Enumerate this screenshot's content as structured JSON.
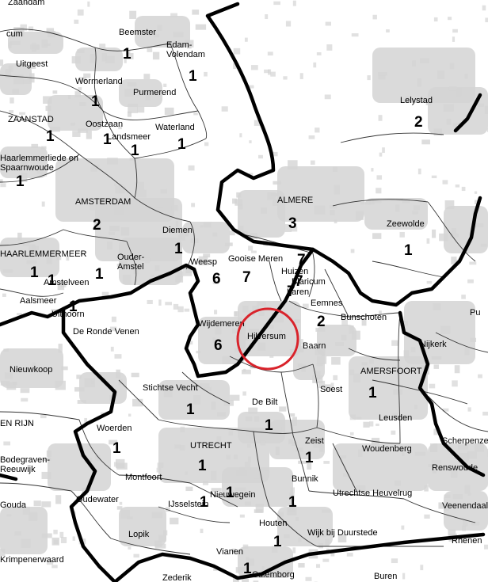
{
  "colors": {
    "background": "#ffffff",
    "urban_fill": "#d4d4d4",
    "municipal_border": "#333333",
    "district_border": "#000000",
    "highlight_ring": "#d9232b"
  },
  "highlight": {
    "label": "Hilversum"
  },
  "regions": [
    {
      "id": "zaandam-tip",
      "name": "Zaandam",
      "count": ""
    },
    {
      "id": "purmerend-cum",
      "name": "cum",
      "count": ""
    },
    {
      "id": "beemster",
      "name": "Beemster",
      "count": "1"
    },
    {
      "id": "edam-volendam",
      "name": "Edam-\nVolendam",
      "count": "1"
    },
    {
      "id": "uitgeest",
      "name": "Uitgeest",
      "count": ""
    },
    {
      "id": "wormerland",
      "name": "Wormerland",
      "count": "1"
    },
    {
      "id": "purmerend",
      "name": "Purmerend",
      "count": ""
    },
    {
      "id": "lelystad",
      "name": "Lelystad",
      "count": "2"
    },
    {
      "id": "zaanstad",
      "name": "ZAANSTAD",
      "count": "1"
    },
    {
      "id": "oostzaan",
      "name": "Oostzaan",
      "count": "1"
    },
    {
      "id": "landsmeer",
      "name": "Landsmeer",
      "count": "1"
    },
    {
      "id": "waterland",
      "name": "Waterland",
      "count": "1"
    },
    {
      "id": "haarlemmerliede",
      "name": "Haarlemmerliede en\nSpaarnwoude",
      "count": "1"
    },
    {
      "id": "almere",
      "name": "ALMERE",
      "count": "3"
    },
    {
      "id": "amsterdam",
      "name": "AMSTERDAM",
      "count": "2"
    },
    {
      "id": "zeewolde",
      "name": "Zeewolde",
      "count": "1"
    },
    {
      "id": "diemen",
      "name": "Diemen",
      "count": "1"
    },
    {
      "id": "haarlemmermeer",
      "name": "HAARLEMMERMEER",
      "count": "1"
    },
    {
      "id": "ouder-amstel",
      "name": "Ouder-\nAmstel",
      "count": "1"
    },
    {
      "id": "weesp",
      "name": "Weesp",
      "count": "6"
    },
    {
      "id": "gooise-meren",
      "name": "Gooise Meren",
      "count": "7"
    },
    {
      "id": "huizen",
      "name": "Huizen",
      "count": "7"
    },
    {
      "id": "amstelveen",
      "name": "Amstelveen",
      "count": "1"
    },
    {
      "id": "blaricum",
      "name": "Blaricum",
      "count": "7"
    },
    {
      "id": "laren",
      "name": "Laren",
      "count": "7"
    },
    {
      "id": "eemnes",
      "name": "Eemnes",
      "count": "2"
    },
    {
      "id": "aalsmeer",
      "name": "Aalsmeer",
      "count": "1"
    },
    {
      "id": "uithoorn",
      "name": "Uithoorn",
      "count": ""
    },
    {
      "id": "bunschoten",
      "name": "Bunschoten",
      "count": ""
    },
    {
      "id": "putten",
      "name": "Pu",
      "count": ""
    },
    {
      "id": "de-ronde-venen",
      "name": "De Ronde Venen",
      "count": ""
    },
    {
      "id": "wijdemeren",
      "name": "Wijdemeren",
      "count": "6"
    },
    {
      "id": "hilversum",
      "name": "Hilversum",
      "count": ""
    },
    {
      "id": "baarn",
      "name": "Baarn",
      "count": ""
    },
    {
      "id": "nijkerk",
      "name": "Nijkerk",
      "count": ""
    },
    {
      "id": "nieuwkoop",
      "name": "Nieuwkoop",
      "count": ""
    },
    {
      "id": "amersfoort",
      "name": "AMERSFOORT",
      "count": "1"
    },
    {
      "id": "stichtse-vecht",
      "name": "Stichtse Vecht",
      "count": "1"
    },
    {
      "id": "soest",
      "name": "Soest",
      "count": ""
    },
    {
      "id": "de-bilt",
      "name": "De Bilt",
      "count": "1"
    },
    {
      "id": "alphen",
      "name": "EN RIJN",
      "count": ""
    },
    {
      "id": "leusden",
      "name": "Leusden",
      "count": ""
    },
    {
      "id": "woerden",
      "name": "Woerden",
      "count": "1"
    },
    {
      "id": "utrecht",
      "name": "UTRECHT",
      "count": "1"
    },
    {
      "id": "zeist",
      "name": "Zeist",
      "count": "1"
    },
    {
      "id": "woudenberg",
      "name": "Woudenberg",
      "count": ""
    },
    {
      "id": "scherpenzeel",
      "name": "Scherpenzeel",
      "count": ""
    },
    {
      "id": "bodegraven",
      "name": "Bodegraven-\nReeuwijk",
      "count": ""
    },
    {
      "id": "renswoude",
      "name": "Renswoude",
      "count": ""
    },
    {
      "id": "montfoort",
      "name": "Montfoort",
      "count": ""
    },
    {
      "id": "bunnik",
      "name": "Bunnik",
      "count": "1"
    },
    {
      "id": "oudewater",
      "name": "Oudewater",
      "count": ""
    },
    {
      "id": "nieuwegein",
      "name": "Nieuwegein",
      "count": "1"
    },
    {
      "id": "utrechtse-heuvelrug",
      "name": "Utrechtse Heuvelrug",
      "count": ""
    },
    {
      "id": "gouda",
      "name": "Gouda",
      "count": ""
    },
    {
      "id": "ijsselstein",
      "name": "IJsselstein",
      "count": "1"
    },
    {
      "id": "veenendaal",
      "name": "Veenendaal",
      "count": ""
    },
    {
      "id": "houten",
      "name": "Houten",
      "count": "1"
    },
    {
      "id": "lopik",
      "name": "Lopik",
      "count": ""
    },
    {
      "id": "wijk-bij-duurstede",
      "name": "Wijk bij Duurstede",
      "count": ""
    },
    {
      "id": "rhenen",
      "name": "Rhenen",
      "count": ""
    },
    {
      "id": "krimpenerwaard",
      "name": "Krimpenerwaard",
      "count": ""
    },
    {
      "id": "vianen",
      "name": "Vianen",
      "count": "1"
    },
    {
      "id": "zederik",
      "name": "Zederik",
      "count": ""
    },
    {
      "id": "culemborg",
      "name": "Culemborg",
      "count": ""
    },
    {
      "id": "buren",
      "name": "Buren",
      "count": ""
    }
  ]
}
